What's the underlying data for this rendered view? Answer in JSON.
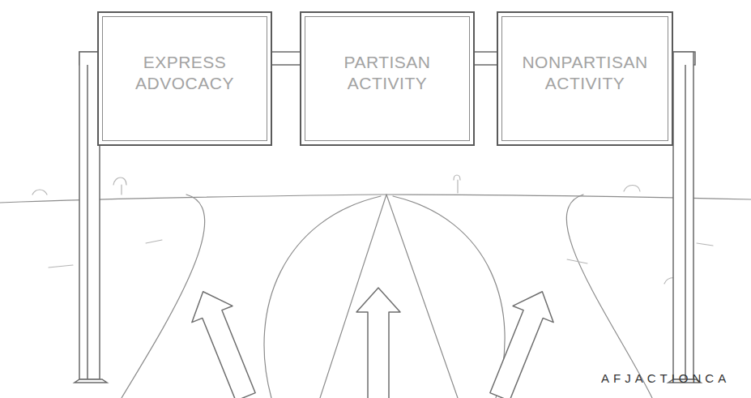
{
  "diagram": {
    "nodes": [
      {
        "text": [
          "EXPRESS ADVOCACY"
        ]
      },
      {
        "text": [
          "PARTISAN ACTIVITY"
        ]
      },
      {
        "text": [
          "NONPARTISAN ACTIVITY"
        ]
      }
    ],
    "labels": [
      "AFJACTIONCA"
    ]
  }
}
